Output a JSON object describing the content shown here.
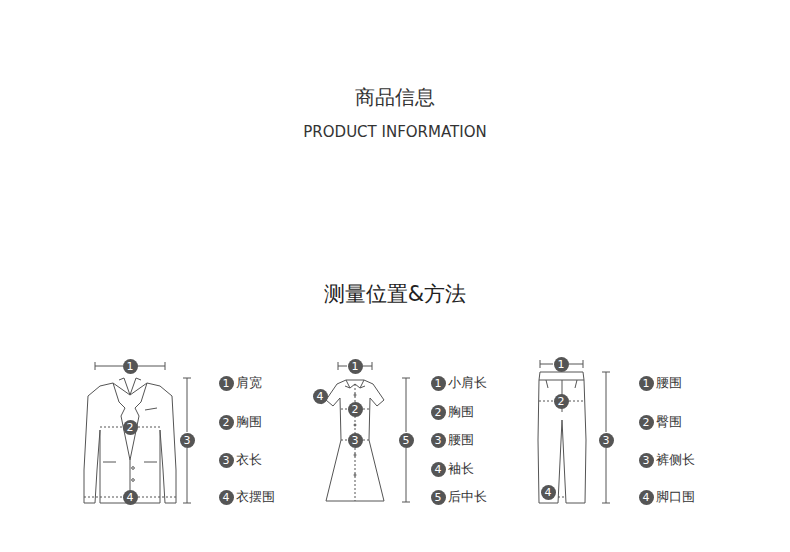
{
  "diagram": {
    "title": "商品信息",
    "labels": [
      "PRODUCT INFORMATION",
      "测量位置&方法",
      "1",
      "2",
      "3",
      "4",
      "1",
      "肩宽",
      "2",
      "胸围",
      "3",
      "衣长",
      "4",
      "衣摆围",
      "1",
      "4",
      "2",
      "3",
      "5",
      "1",
      "小肩长",
      "2",
      "胸围",
      "3",
      "腰围",
      "4",
      "袖长",
      "5",
      "后中长",
      "1",
      "2",
      "3",
      "4",
      "1",
      "腰围",
      "2",
      "臀围",
      "3",
      "裤侧长",
      "4",
      "脚口围"
    ]
  }
}
